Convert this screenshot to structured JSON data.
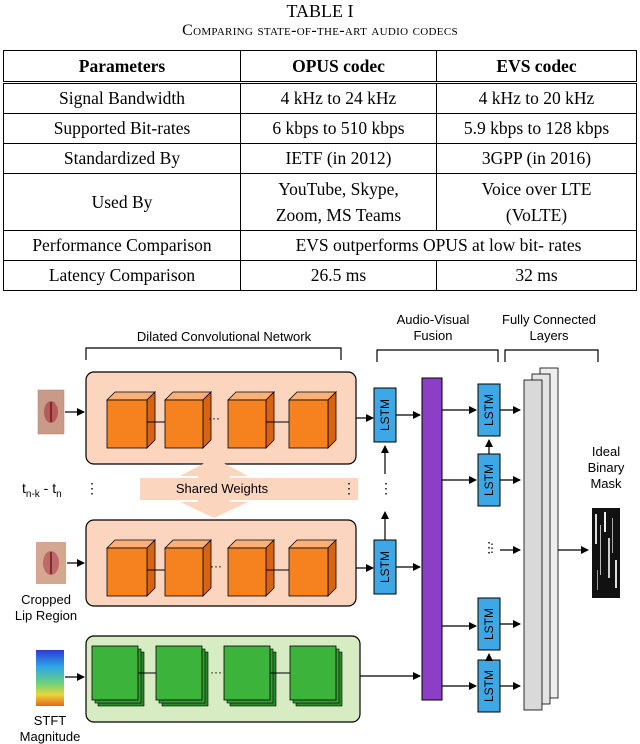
{
  "table": {
    "title": "TABLE I",
    "caption": "Comparing state-of-the-art audio codecs",
    "headers": [
      "Parameters",
      "OPUS codec",
      "EVS codec"
    ],
    "rows": [
      {
        "param": "Signal Bandwidth",
        "opus": "4 kHz to 24 kHz",
        "evs": "4 kHz to 20 kHz"
      },
      {
        "param": "Supported Bit-rates",
        "opus": "6 kbps to 510 kbps",
        "evs": "5.9 kbps to 128 kbps"
      },
      {
        "param": "Standardized By",
        "opus": "IETF (in 2012)",
        "evs": "3GPP (in 2016)"
      },
      {
        "param": "Used By",
        "opus_line1": "YouTube, Skype,",
        "opus_line2": "Zoom, MS Teams",
        "evs_line1": "Voice over LTE",
        "evs_line2": "(VoLTE)"
      },
      {
        "param": "Performance Comparison",
        "merged": "EVS outperforms OPUS at low bit- rates"
      },
      {
        "param": "Latency Comparison",
        "opus": "26.5 ms",
        "evs": "32 ms"
      }
    ]
  },
  "diagram": {
    "dilated_label": "Dilated Convolutional Network",
    "fusion_label_1": "Audio-Visual",
    "fusion_label_2": "Fusion",
    "fc_label_1": "Fully Connected",
    "fc_label_2": "Layers",
    "shared_weights": "Shared Weights",
    "time_label": "t",
    "time_sub1": "n-k",
    "time_dash": " - t",
    "time_sub2": "n",
    "cropped_1": "Cropped",
    "cropped_2": "Lip Region",
    "stft_1": "STFT",
    "stft_2": "Magnitude",
    "ideal_1": "Ideal",
    "ideal_2": "Binary",
    "ideal_3": "Mask",
    "lstm": "LSTM",
    "colors": {
      "conv_orange": "#f5821f",
      "panel_peach": "#fcd5bf",
      "panel_green": "#d8ecc4",
      "conv_green": "#3cb43c",
      "fusion_purple": "#8a3fc6",
      "lstm_blue": "#3ea8e6",
      "fc_gray": "#d9d9d9"
    }
  }
}
